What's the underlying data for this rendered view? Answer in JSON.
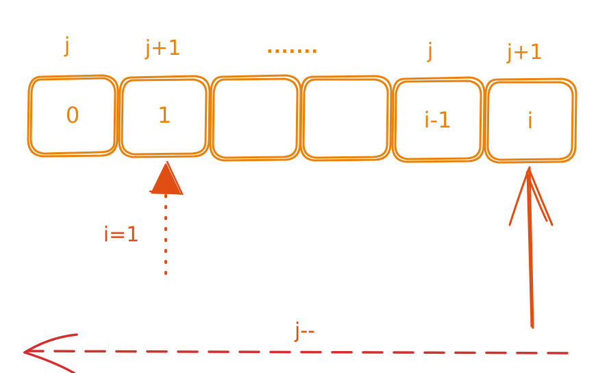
{
  "colors": {
    "cell": "#E8820A",
    "pointer": "#E04E14",
    "arrow": "#D03030"
  },
  "top_labels": [
    "j",
    "j+1",
    ".......",
    "j",
    "j+1"
  ],
  "cells": [
    {
      "label": "0"
    },
    {
      "label": "1"
    },
    {
      "label": ""
    },
    {
      "label": ""
    },
    {
      "label": "i-1"
    },
    {
      "label": "i"
    }
  ],
  "pointer_label": "i=1",
  "sweep_label": "j--"
}
